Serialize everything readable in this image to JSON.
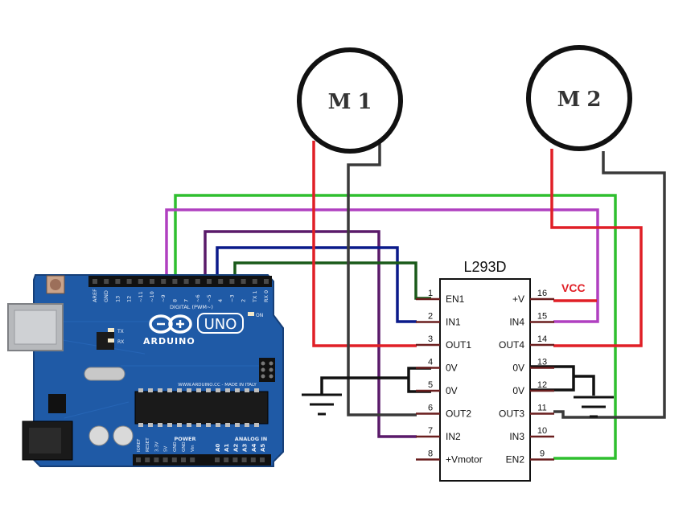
{
  "chip": {
    "name": "L293D",
    "left_pins": [
      {
        "num": "1",
        "label": "EN1"
      },
      {
        "num": "2",
        "label": "IN1"
      },
      {
        "num": "3",
        "label": "OUT1"
      },
      {
        "num": "4",
        "label": "0V"
      },
      {
        "num": "5",
        "label": "0V"
      },
      {
        "num": "6",
        "label": "OUT2"
      },
      {
        "num": "7",
        "label": "IN2"
      },
      {
        "num": "8",
        "label": "+Vmotor"
      }
    ],
    "right_pins": [
      {
        "num": "16",
        "label": "+V"
      },
      {
        "num": "15",
        "label": "IN4"
      },
      {
        "num": "14",
        "label": "OUT4"
      },
      {
        "num": "13",
        "label": "0V"
      },
      {
        "num": "12",
        "label": "0V"
      },
      {
        "num": "11",
        "label": "OUT3"
      },
      {
        "num": "10",
        "label": "IN3"
      },
      {
        "num": "9",
        "label": "EN2"
      }
    ]
  },
  "motors": {
    "m1": "M1",
    "m2": "M2"
  },
  "supply": {
    "vcc": "VCC"
  },
  "arduino": {
    "logo_text": "ARDUINO",
    "model": "UNO",
    "digital_label": "DIGITAL (PWM~)",
    "power_label": "POWER",
    "analog_label": "ANALOG IN",
    "website": "WWW.ARDUINO.CC - MADE IN ITALY",
    "on_label": "ON",
    "tx_label": "TX",
    "rx_label": "RX",
    "digital_pins": [
      "AREF",
      "GND",
      "13",
      "12",
      "~11",
      "~10",
      "~9",
      "8",
      "7",
      "~6",
      "~5",
      "4",
      "~3",
      "2",
      "TX 1",
      "RX 0"
    ],
    "power_pins": [
      "IOREF",
      "RESET",
      "3.3V",
      "5V",
      "GND",
      "GND",
      "Vin"
    ],
    "analog_pins": [
      "A0",
      "A1",
      "A2",
      "A3",
      "A4",
      "A5"
    ]
  },
  "colors": {
    "red": "#e01f26",
    "dark_gray": "#3a3a3a",
    "green": "#2fbf2f",
    "magenta": "#b040c0",
    "purple": "#5a1a6a",
    "navy": "#0a1a8a",
    "dark_green": "#1a5a1a",
    "black": "#111111",
    "board_blue": "#1f5aa6",
    "vcc_red": "#e01f26"
  }
}
